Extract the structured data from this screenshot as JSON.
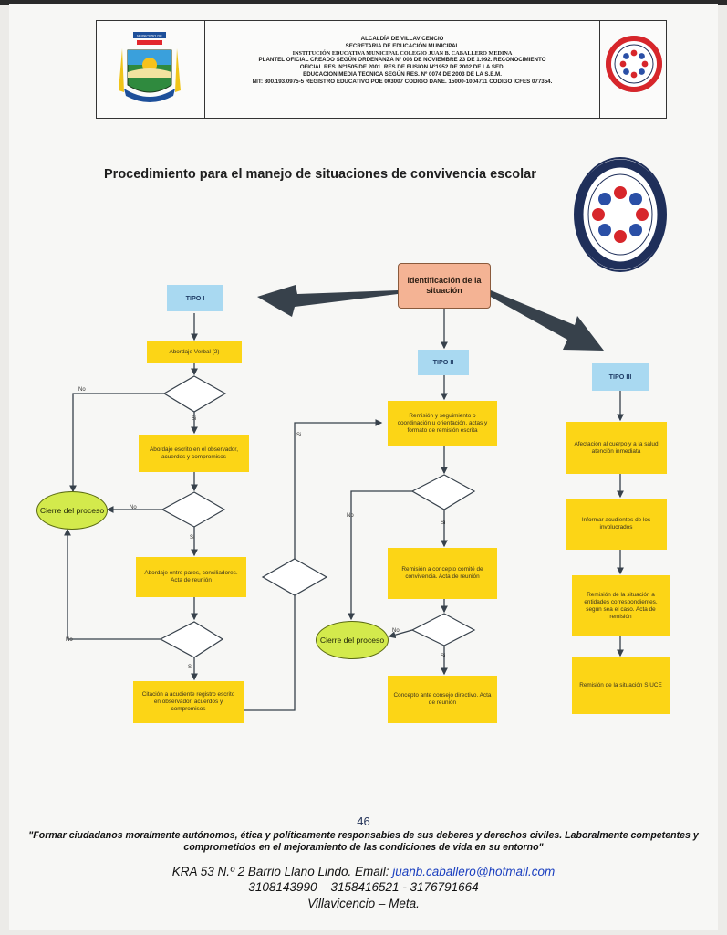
{
  "header": {
    "crest_label": "MUNICIPIO DE",
    "lines": [
      "ALCALDÍA DE VILLAVICENCIO",
      "SECRETARIA DE EDUCACIÓN MUNICIPAL",
      "INSTITUCIÓN EDUCATIVA MUNICIPAL COLEGIO JUAN B. CABALLERO MEDINA",
      "PLANTEL OFICIAL CREADO SEGÚN ORDENANZA Nº 008 DE NOVIEMBRE 23 DE 1.992. RECONOCIMIENTO",
      "OFICIAL RES. Nº1505 DE 2001. RES DE FUSION Nº1952 DE 2002 DE LA SED.",
      "EDUCACION MEDIA TECNICA SEGÚN RES. Nº 0074 DE 2003 DE LA S.E.M.",
      "NIT: 800.193.0975-5 REGISTRO EDUCATIVO POE 003007 CODIGO DANE. 15000-1004711 CODIGO ICFES 077354."
    ]
  },
  "title": "Procedimiento para el manejo de situaciones de convivencia escolar",
  "flow": {
    "identificacion": "Identificación de la situación",
    "tipo1": "TIPO I",
    "tipo2": "TIPO II",
    "tipo3": "TIPO III",
    "t1_abordaje_verbal": "Abordaje Verbal (2)",
    "t1_abordaje_escrito": "Abordaje escrito en el observador, acuerdos y compromisos",
    "t1_abordaje_pares": "Abordaje entre pares, conciliadores. Acta de reunión",
    "t1_citacion": "Citación a acudiente registro escrito en observador, acuerdos y compromisos",
    "t2_remision": "Remisión y seguimiento o coordinación u orientación, actas y formato de remisión escrita",
    "t2_remision_comite": "Remisión a concepto comité de convivencia. Acta de reunión",
    "t2_concepto": "Concepto ante consejo directivo. Acta de reunión",
    "t3_afectacion": "Afectación al cuerpo y a la salud atención inmediata",
    "t3_informar": "Informar acudientes de los involucrados",
    "t3_remision_entidades": "Remisión de la situación a entidades correspondientes, según sea el caso. Acta de remisión",
    "t3_siuce": "Remisión de la situación SIUCE",
    "cierre": "Cierre del proceso",
    "si": "Si",
    "no": "No"
  },
  "footer": {
    "page_number": "46",
    "motto": "\"Formar ciudadanos moralmente autónomos, ética y políticamente responsables de sus deberes y derechos civiles. Laboralmente competentes y comprometidos en el mejoramiento de las condiciones de vida en su entorno\"",
    "address_prefix": "KRA 53 N.º 2 Barrio Llano Lindo. Email: ",
    "email": "juanb.caballero@hotmail.com",
    "phones": "3108143990 – 3158416521 - 3176791664",
    "city": "Villavicencio – Meta."
  },
  "colors": {
    "process_box": "#fcd516",
    "type_box": "#a9d9f1",
    "start_box": "#f4b394",
    "end_ellipse": "#d3ea4c",
    "arrow": "#37414b"
  }
}
